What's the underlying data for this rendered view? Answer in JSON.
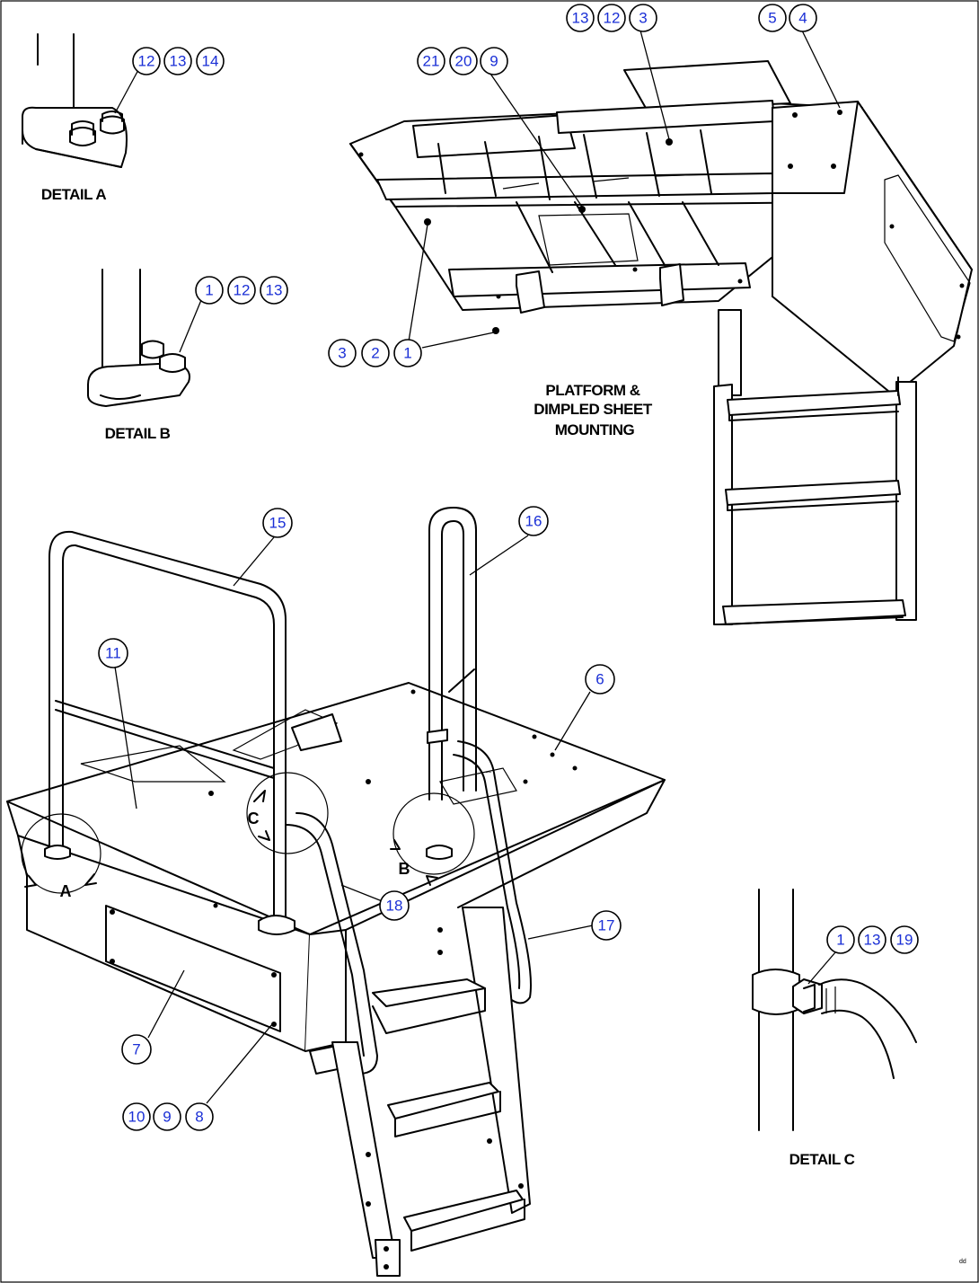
{
  "labels": {
    "detail_a": "DETAIL A",
    "detail_b": "DETAIL B",
    "detail_c": "DETAIL C",
    "platform_title_1": "PLATFORM &",
    "platform_title_2": "DIMPLED SHEET",
    "platform_title_3": "MOUNTING",
    "ref_a": "A",
    "ref_b": "B",
    "ref_c": "C",
    "figure_code": "dd"
  },
  "callouts": {
    "detail_a": [
      "12",
      "13",
      "14"
    ],
    "detail_b": [
      "1",
      "12",
      "13"
    ],
    "detail_c": [
      "1",
      "13",
      "19"
    ],
    "top_center": [
      "21",
      "20",
      "9"
    ],
    "top_right_a": [
      "13",
      "12",
      "3"
    ],
    "top_right_b": [
      "5",
      "4"
    ],
    "left_group": [
      "3",
      "2",
      "1"
    ],
    "rail_left": "15",
    "rail_right": "16",
    "panel": "11",
    "deck": "6",
    "ladder_rail": "18",
    "handrail": "17",
    "cover": "7",
    "bottom_group": [
      "10",
      "9",
      "8"
    ]
  },
  "colors": {
    "callout_text": "#1a2fd6",
    "line": "#000000",
    "background": "#ffffff"
  }
}
